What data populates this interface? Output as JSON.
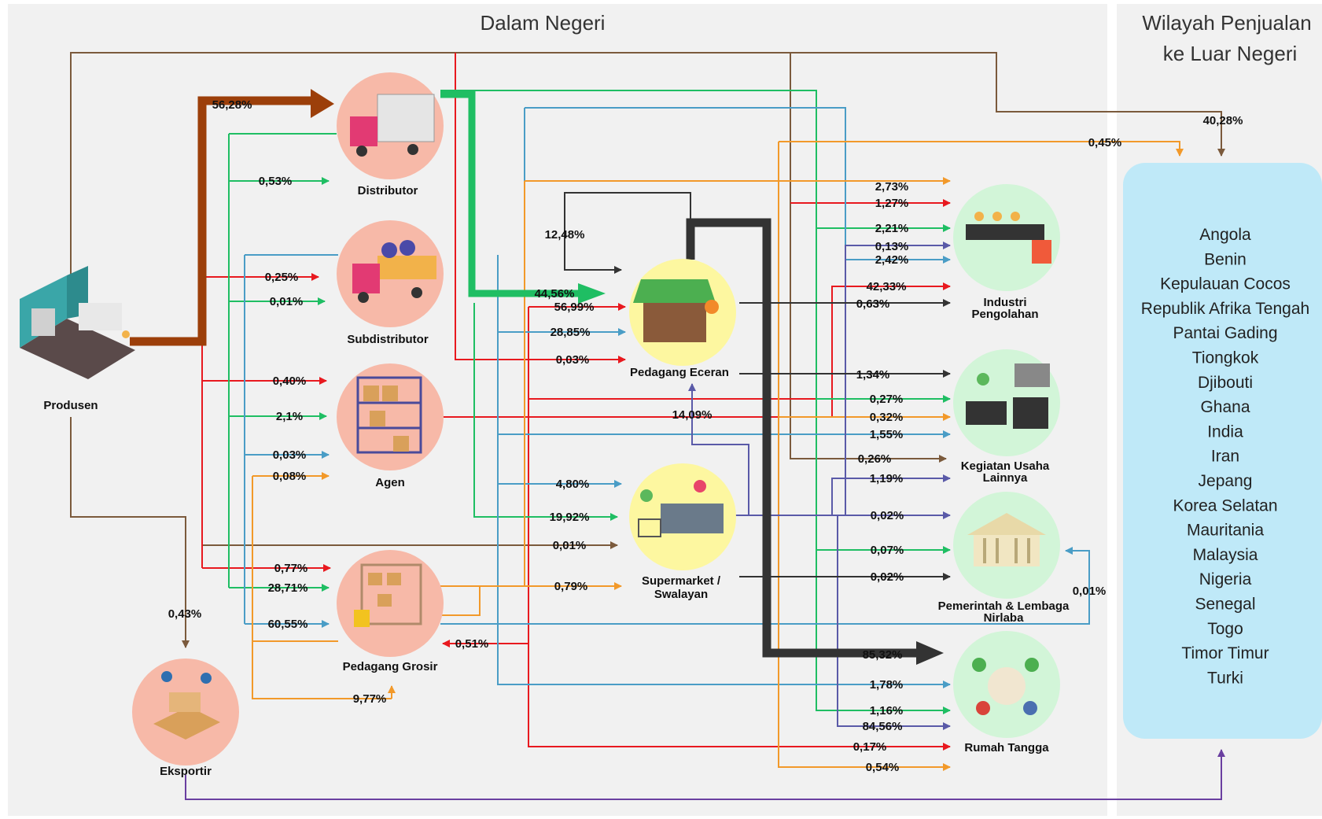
{
  "titles": {
    "domestic": "Dalam Negeri",
    "export_line1": "Wilayah Penjualan",
    "export_line2": "ke Luar Negeri"
  },
  "colors": {
    "red": "#e8191f",
    "green": "#1fbe63",
    "blue": "#4a9dc6",
    "orange": "#f2992a",
    "brown": "#7b5a3c",
    "purple": "#5a5aa8",
    "darkred": "#9c3f0a",
    "black": "#333333",
    "violet": "#6a3fa0",
    "node_pink": "#f7b9a8",
    "node_yellow": "#fdf7a0",
    "node_mint": "#d2f5d8",
    "panel_blue": "#bfe9f8"
  },
  "nodes": {
    "produsen": "Produsen",
    "distributor": "Distributor",
    "subdistributor": "Subdistributor",
    "agen": "Agen",
    "pedagang_grosir": "Pedagang Grosir",
    "eksportir": "Eksportir",
    "pedagang_eceran": "Pedagang Eceran",
    "supermarket_line1": "Supermarket /",
    "supermarket_line2": "Swalayan",
    "industri_line1": "Industri",
    "industri_line2": "Pengolahan",
    "kegiatan_line1": "Kegiatan Usaha",
    "kegiatan_line2": "Lainnya",
    "pemerintah_line1": "Pemerintah & Lembaga",
    "pemerintah_line2": "Nirlaba",
    "rumah_tangga": "Rumah Tangga"
  },
  "flows": {
    "p_distributor": "56,28%",
    "p_eksportir": "0,43%",
    "p_export": "40,28%",
    "d_export": "0,45%",
    "p_sub_red": "0,25%",
    "p_sub_green": "0,01%",
    "p_dist_green": "0,53%",
    "p_agen_red": "0,40%",
    "p_agen_green": "2,1%",
    "p_agen_blue": "0,03%",
    "p_agen_orange": "0,08%",
    "p_grosir_red": "0,77%",
    "p_grosir_green": "28,71%",
    "p_grosir_blue": "60,55%",
    "grosir_red_in": "0,51%",
    "grosir_orange_in": "9,77%",
    "ec_black_loop": "12,48%",
    "ec_green": "44,56%",
    "ec_orange": "56,99%",
    "ec_blue": "28,85%",
    "ec_red": "0,03%",
    "ec_purple": "14,09%",
    "sm_blue": "4,80%",
    "sm_green": "19,92%",
    "sm_brown": "0,01%",
    "sm_orange": "0,79%",
    "ind_orange": "2,73%",
    "ind_red": "1,27%",
    "ind_green": "2,21%",
    "ind_purple": "0,13%",
    "ind_blue": "2,42%",
    "ind_red2": "42,33%",
    "ind_black": "0,63%",
    "keg_black": "1,34%",
    "keg_green": "0,27%",
    "keg_orange": "0,32%",
    "keg_blue": "1,55%",
    "keg_brown": "0,26%",
    "keg_purple": "1,19%",
    "pem_purple": "0,02%",
    "pem_green": "0,07%",
    "pem_black": "0,02%",
    "pem_blue": "0,01%",
    "rt_black": "85,32%",
    "rt_blue": "1,78%",
    "rt_green": "1,16%",
    "rt_purple": "84,56%",
    "rt_red": "0,17%",
    "rt_orange": "0,54%"
  },
  "countries": [
    "Angola",
    "Benin",
    "Kepulauan Cocos",
    "Republik Afrika Tengah",
    "Pantai Gading",
    "Tiongkok",
    "Djibouti",
    "Ghana",
    "India",
    "Iran",
    "Jepang",
    "Korea Selatan",
    "Mauritania",
    "Malaysia",
    "Nigeria",
    "Senegal",
    "Togo",
    "Timor Timur",
    "Turki"
  ]
}
